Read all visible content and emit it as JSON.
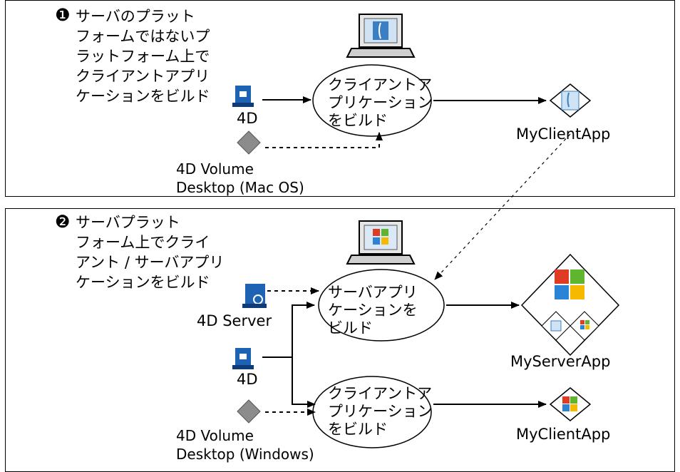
{
  "panel1": {
    "step_number": "❶",
    "step_text": "サーバのプラット\nフォームではないプ\nラットフォーム上で\nクライアントアプリ\nケーションをビルド",
    "icon_4d_label": "4D",
    "icon_volume_label": "4D Volume\nDesktop (Mac OS)",
    "process_label": "クライアントア\nプリケーション\nをビルド",
    "output_label": "MyClientApp"
  },
  "panel2": {
    "step_number": "❷",
    "step_text": "サーバプラット\nフォーム上でクライ\nアント / サーバアプリ\nケーションをビルド",
    "icon_server_label": "4D Server",
    "icon_4d_label": "4D",
    "icon_volume_label": "4D Volume\nDesktop (Windows)",
    "process_server_label": "サーバアプリ\nケーションを\nビルド",
    "process_client_label": "クライアントア\nプリケーション\nをビルド",
    "output_server_label": "MyServerApp",
    "output_client_label": "MyClientApp"
  },
  "colors": {
    "mac_screen": "#3a7fc4",
    "windows_red": "#e03b24",
    "windows_green": "#5fb52d",
    "windows_blue": "#2b83d6",
    "windows_yellow": "#f6b900",
    "diamond_gray": "#8c8c8c",
    "app_icon_blue": "#1e62b3"
  }
}
